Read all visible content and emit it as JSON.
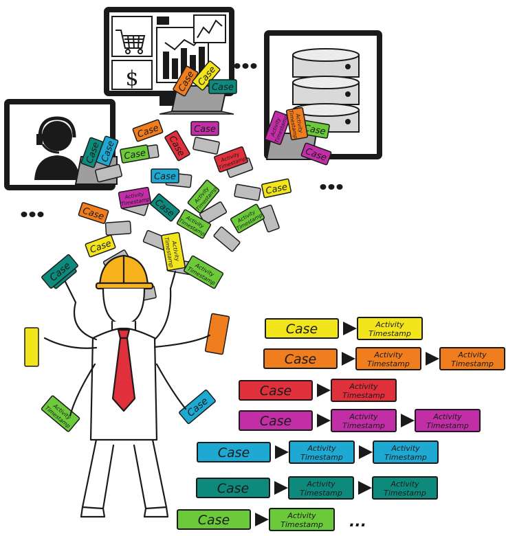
{
  "labels": {
    "case": "Case",
    "activity": "Activity",
    "timestamp": "Timestamp",
    "ellipsis": "..."
  },
  "colors": {
    "yellow": "#f2e51b",
    "orange": "#f07d1e",
    "red": "#e0303c",
    "magenta": "#c12ea6",
    "blue": "#1ea9d3",
    "teal": "#0d8a7c",
    "green": "#6bc93a",
    "gray": "#bdbdbd",
    "outline": "#1a1a1a"
  },
  "traces": [
    {
      "color": "yellow",
      "events": 1
    },
    {
      "color": "orange",
      "events": 2
    },
    {
      "color": "red",
      "events": 1
    },
    {
      "color": "magenta",
      "events": 2
    },
    {
      "color": "blue",
      "events": 2
    },
    {
      "color": "teal",
      "events": 2
    },
    {
      "color": "green",
      "events": 1
    }
  ],
  "icons": [
    "shopping-cart-icon",
    "dollar-icon",
    "bar-chart-icon",
    "line-chart-icon",
    "support-agent-icon",
    "database-icon",
    "laptop-icon",
    "hard-hat-icon"
  ]
}
